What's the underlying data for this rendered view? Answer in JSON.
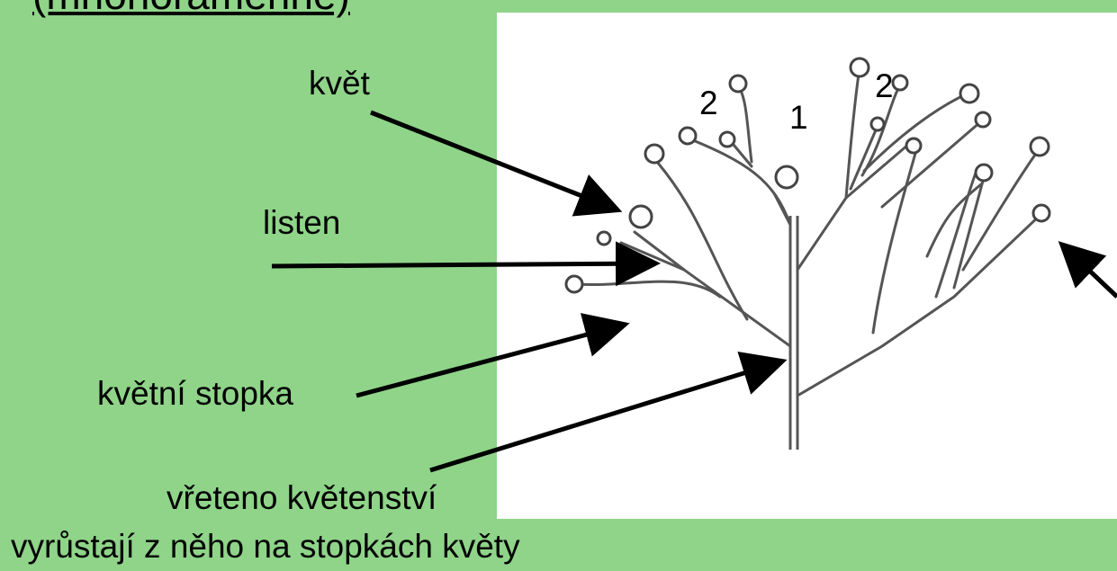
{
  "slide": {
    "title": "(mnohoramenné)"
  },
  "labels": {
    "flower": "květ",
    "bract": "listen",
    "pedicel": "květní stopka",
    "axis_line1": "vřeteno květenství",
    "axis_line2": "vyrůstají z něho na stopkách květy"
  },
  "numbers": {
    "n1": "1",
    "n2a": "2",
    "n2b": "2"
  }
}
